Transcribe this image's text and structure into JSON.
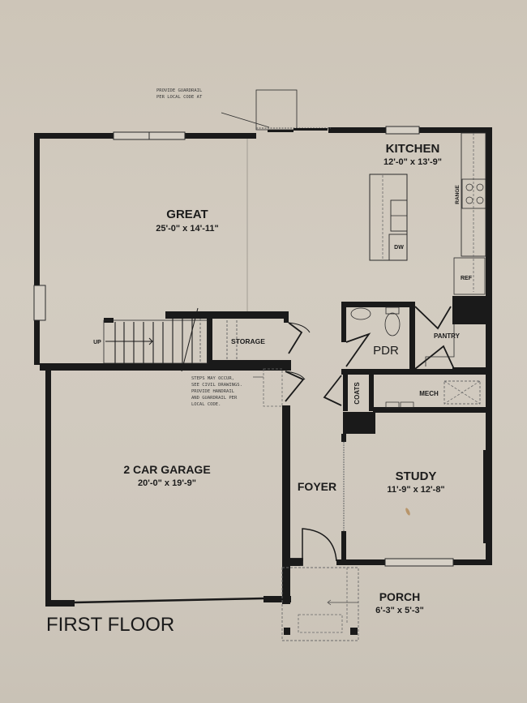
{
  "plan": {
    "title": "FIRST FLOOR",
    "colors": {
      "paper": "#cfc8bd",
      "ink": "#1a1a1a",
      "stain": "#b8956a"
    },
    "notes": {
      "guardrail": [
        "PROVIDE GUARDRAIL",
        "PER LOCAL CODE AT"
      ],
      "steps": [
        "STEPS MAY OCCUR,",
        "SEE CIVIL DRAWINGS.",
        "PROVIDE HANDRAIL",
        "AND GUARDRAIL PER",
        "LOCAL CODE."
      ]
    },
    "rooms": {
      "kitchen": {
        "name": "KITCHEN",
        "dims": "12'-0\" x 13'-9\""
      },
      "great": {
        "name": "GREAT",
        "dims": "25'-0\" x 14'-11\""
      },
      "garage": {
        "name": "2 CAR GARAGE",
        "dims": "20'-0\" x 19'-9\""
      },
      "study": {
        "name": "STUDY",
        "dims": "11'-9\" x 12'-8\""
      },
      "porch": {
        "name": "PORCH",
        "dims": "6'-3\" x 5'-3\""
      },
      "foyer": {
        "name": "FOYER"
      },
      "pdr": {
        "name": "PDR"
      },
      "pantry": {
        "name": "PANTRY"
      },
      "mech": {
        "name": "MECH"
      },
      "coats": {
        "name": "COATS"
      },
      "storage": {
        "name": "STORAGE"
      }
    },
    "fixtures": {
      "range": "RANGE",
      "ref": "REF",
      "dw": "DW",
      "stairs_up": "UP"
    }
  }
}
